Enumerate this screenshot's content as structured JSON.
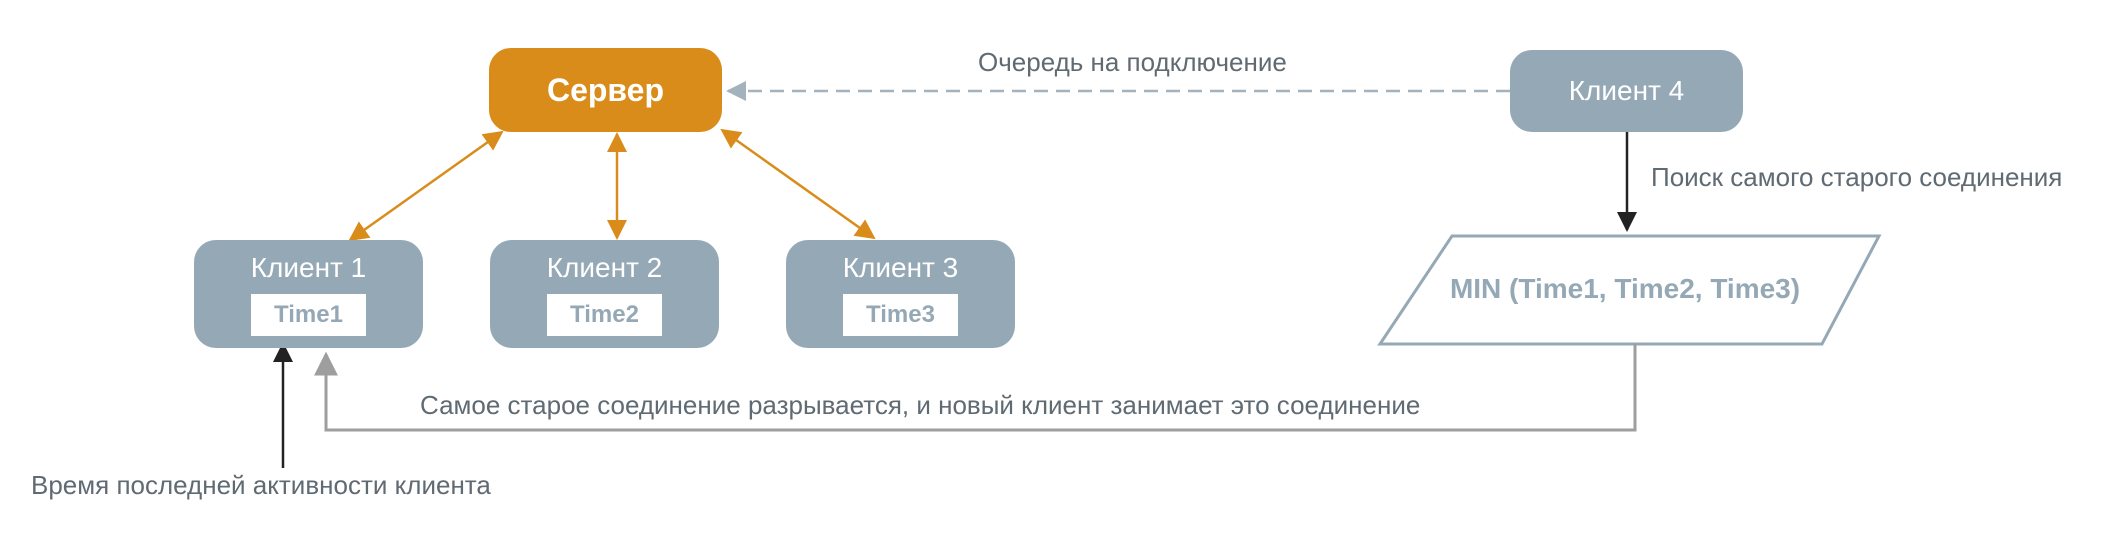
{
  "server": {
    "label": "Сервер",
    "color": "#d98c1a"
  },
  "clients": [
    {
      "label": "Клиент 1",
      "time": "Time1"
    },
    {
      "label": "Клиент 2",
      "time": "Time2"
    },
    {
      "label": "Клиент 3",
      "time": "Time3"
    },
    {
      "label": "Клиент 4"
    }
  ],
  "min_box": {
    "label": "MIN (Time1, Time2, Time3)"
  },
  "edges": {
    "queue": "Очередь на подключение",
    "search": "Поиск самого старого соединения",
    "disconnect": "Самое старое соединение разрывается, и новый клиент занимает это соединение",
    "activity": "Время последней активности клиента"
  },
  "colors": {
    "client": "#95a8b6",
    "accent": "#d98c1a",
    "line": "#9e9e9e",
    "dashed": "#a4b2be"
  }
}
